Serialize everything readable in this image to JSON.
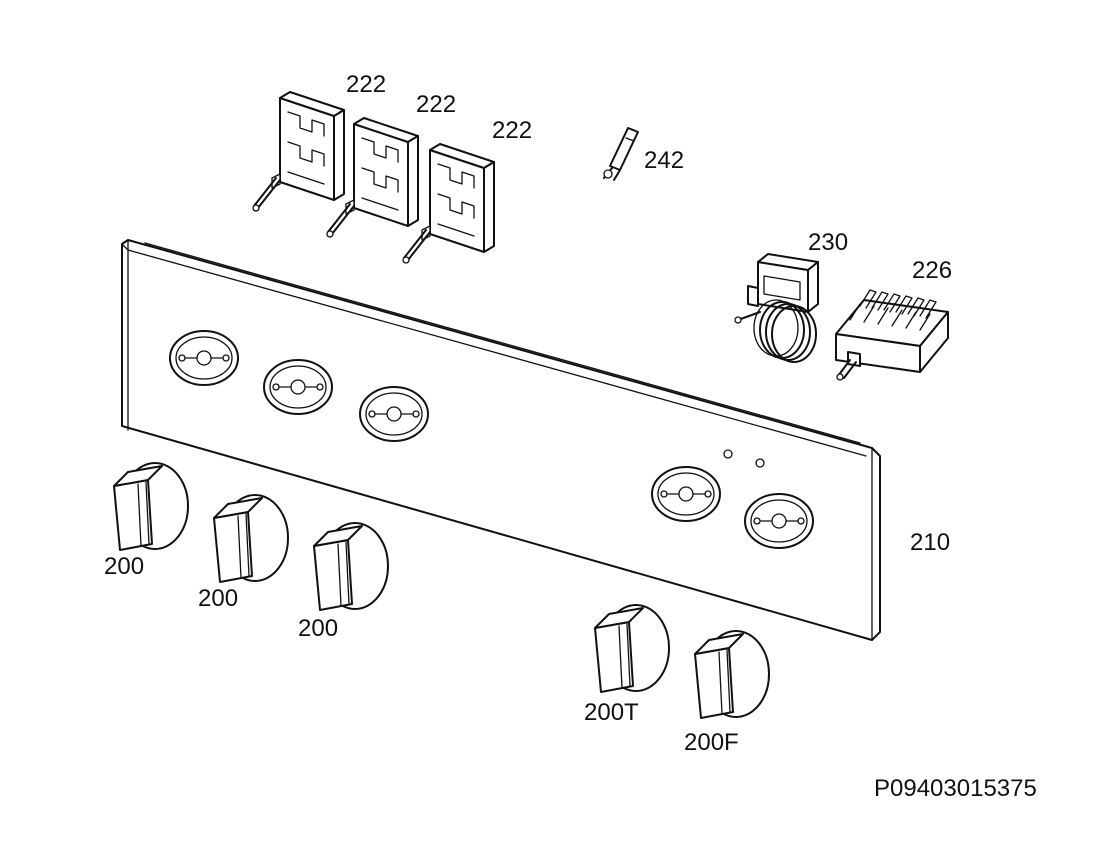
{
  "labels": {
    "switch_222_a": "222",
    "switch_222_b": "222",
    "switch_222_c": "222",
    "fuse_242": "242",
    "thermostat_230": "230",
    "selector_226": "226",
    "panel_210": "210",
    "knob_200_a": "200",
    "knob_200_b": "200",
    "knob_200_c": "200",
    "knob_200T": "200T",
    "knob_200F": "200F"
  },
  "drawing_code": "P09403015375"
}
